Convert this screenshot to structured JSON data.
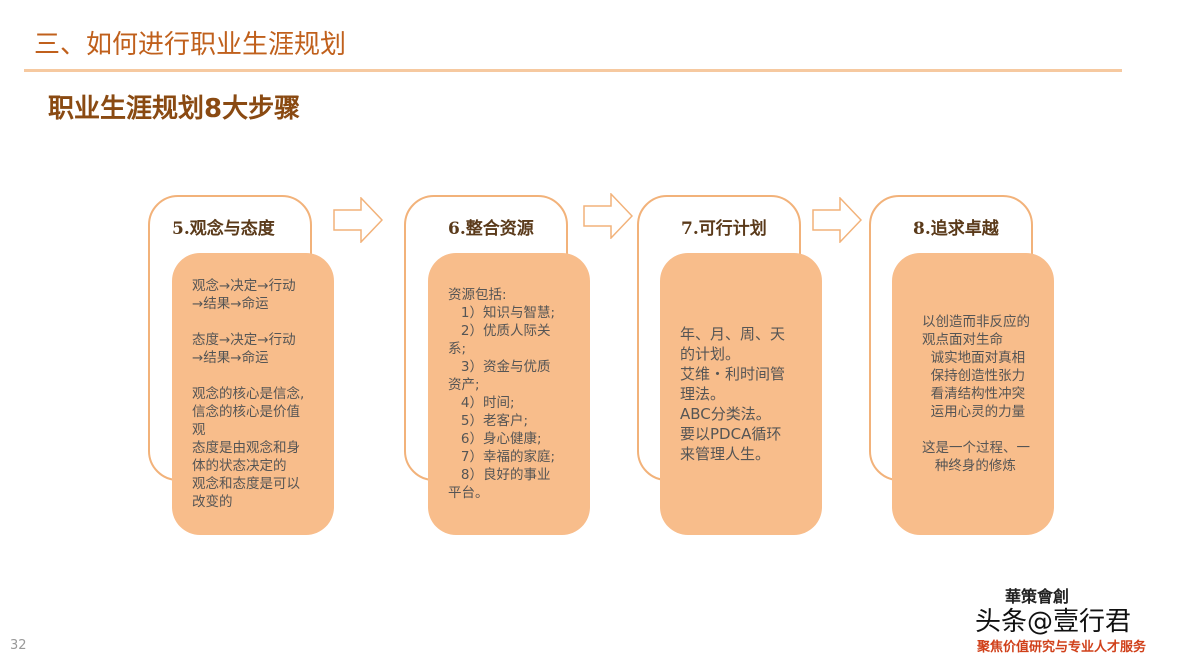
{
  "header": {
    "title": "三、如何进行职业生涯规划",
    "subtitle": "职业生涯规划8大步骤"
  },
  "steps": [
    {
      "title": "5.观念与态度",
      "text": "观念→决定→行动\n→结果→命运\n\n态度→决定→行动\n→结果→命运\n\n观念的核心是信念,\n信念的核心是价值\n观\n态度是由观念和身\n体的状态决定的\n观念和态度是可以\n改变的"
    },
    {
      "title": "6.整合资源",
      "text": "资源包括:\n   1）知识与智慧;\n   2）优质人际关\n系;\n   3）资金与优质\n资产;\n   4）时间;\n   5）老客户;\n   6）身心健康;\n   7）幸福的家庭;\n   8）良好的事业\n平台。"
    },
    {
      "title": "7.可行计划",
      "text": "年、月、周、天\n的计划。\n艾维・利时间管\n理法。\nABC分类法。\n要以PDCA循环\n来管理人生。"
    },
    {
      "title": "8.追求卓越",
      "text": "以创造而非反应的\n观点面对生命\n  诚实地面对真相\n  保持创造性张力\n  看清结构性冲突\n  运用心灵的力量\n\n这是一个过程、一\n   种终身的修炼"
    }
  ],
  "page_number": "32",
  "watermark": {
    "logo_text": "華策會創",
    "tagline": "聚焦价值研究与专业人才服务",
    "overlay": "头条@壹行君"
  },
  "colors": {
    "accent": "#f2b27a",
    "fill": "#f8bd8b",
    "title": "#c0601c"
  }
}
